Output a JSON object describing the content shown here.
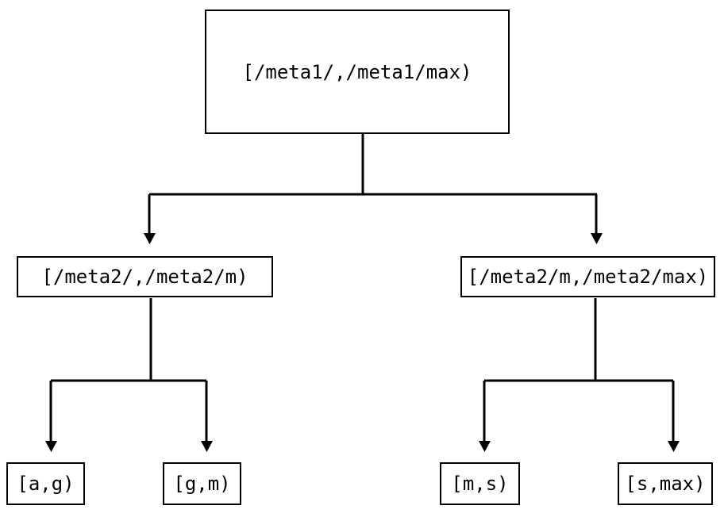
{
  "diagram": {
    "type": "tree",
    "title": "",
    "background_color": "#ffffff",
    "line_color": "#000000",
    "text_color": "#000000",
    "nodes": {
      "root": {
        "label": "[/meta1/,/meta1/max)"
      },
      "left_mid": {
        "label": "[/meta2/,/meta2/m)"
      },
      "right_mid": {
        "label": "[/meta2/m,/meta2/max)"
      },
      "leaf_ag": {
        "label": "[a,g)"
      },
      "leaf_gm": {
        "label": "[g,m)"
      },
      "leaf_ms": {
        "label": "[m,s)"
      },
      "leaf_smax": {
        "label": "[s,max)"
      }
    },
    "edges": [
      {
        "from": "root",
        "to": "left_mid",
        "arrow": "filled-triangle-down"
      },
      {
        "from": "root",
        "to": "right_mid",
        "arrow": "filled-triangle-down"
      },
      {
        "from": "left_mid",
        "to": "leaf_ag",
        "arrow": "filled-triangle-down"
      },
      {
        "from": "left_mid",
        "to": "leaf_gm",
        "arrow": "filled-triangle-down"
      },
      {
        "from": "right_mid",
        "to": "leaf_ms",
        "arrow": "filled-triangle-down"
      },
      {
        "from": "right_mid",
        "to": "leaf_smax",
        "arrow": "filled-triangle-down"
      }
    ]
  }
}
